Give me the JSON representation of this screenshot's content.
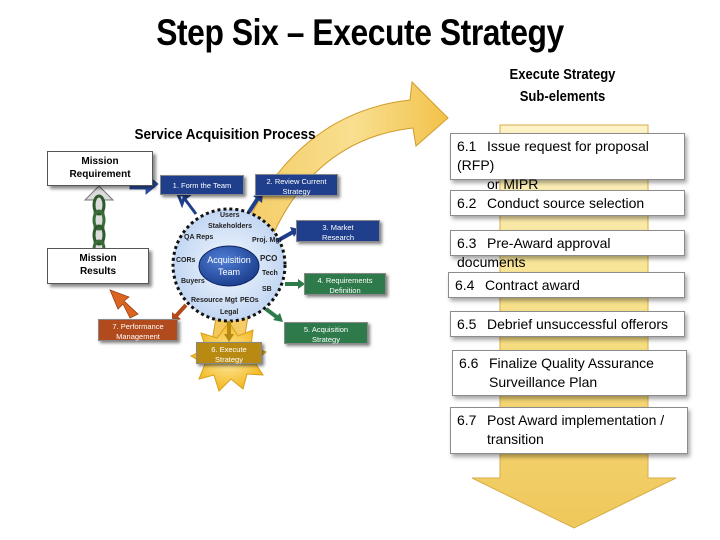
{
  "title": "Step Six – Execute Strategy",
  "subelements_title": [
    "Execute Strategy",
    "Sub-elements"
  ],
  "process_title": "Service Acquisition Process",
  "subelements": [
    {
      "num": "6.1",
      "text": "Issue request for proposal (RFP)",
      "text2": "or MIPR"
    },
    {
      "num": "6.2",
      "text": "Conduct source selection",
      "text2": ""
    },
    {
      "num": "6.3",
      "text": "Pre-Award approval documents",
      "text2": ""
    },
    {
      "num": "6.4",
      "text": "Contract award",
      "text2": ""
    },
    {
      "num": "6.5",
      "text": "Debrief unsuccessful offerors",
      "text2": ""
    },
    {
      "num": "6.6",
      "text": "Finalize  Quality Assurance",
      "text2": "Surveillance Plan"
    },
    {
      "num": "6.7",
      "text": "Post Award implementation /",
      "text2": "transition"
    }
  ],
  "mission_requirement": [
    "Mission",
    "Requirement"
  ],
  "mission_results": [
    "Mission",
    "Results"
  ],
  "steps": [
    {
      "lines": [
        "1.  Form the Team"
      ]
    },
    {
      "lines": [
        "2.  Review Current",
        "Strategy"
      ]
    },
    {
      "lines": [
        "3.  Market",
        "Research"
      ]
    },
    {
      "lines": [
        "4.  Requirements",
        "Definition"
      ]
    },
    {
      "lines": [
        "5.  Acquisition",
        "Strategy"
      ]
    },
    {
      "lines": [
        "6.  Execute",
        "Strategy"
      ]
    },
    {
      "lines": [
        "7.  Performance",
        "Management"
      ]
    }
  ],
  "team_center": [
    "Acquisition",
    "Team"
  ],
  "team_members": [
    "Users",
    "Stakeholders",
    "QA Reps",
    "Proj.  Mgr",
    "CORs",
    "PCO",
    "Tech",
    "Buyers",
    "SB",
    "Resource Mgt",
    "PEOs",
    "Legal"
  ],
  "colors": {
    "blue_step": "#1f3f8c",
    "green_step": "#2e7a4a",
    "orange_step": "#b14a1c",
    "gold_step": "#b88a12",
    "arrow_yellow": "#f7d86a",
    "burst": "#f6c338"
  }
}
